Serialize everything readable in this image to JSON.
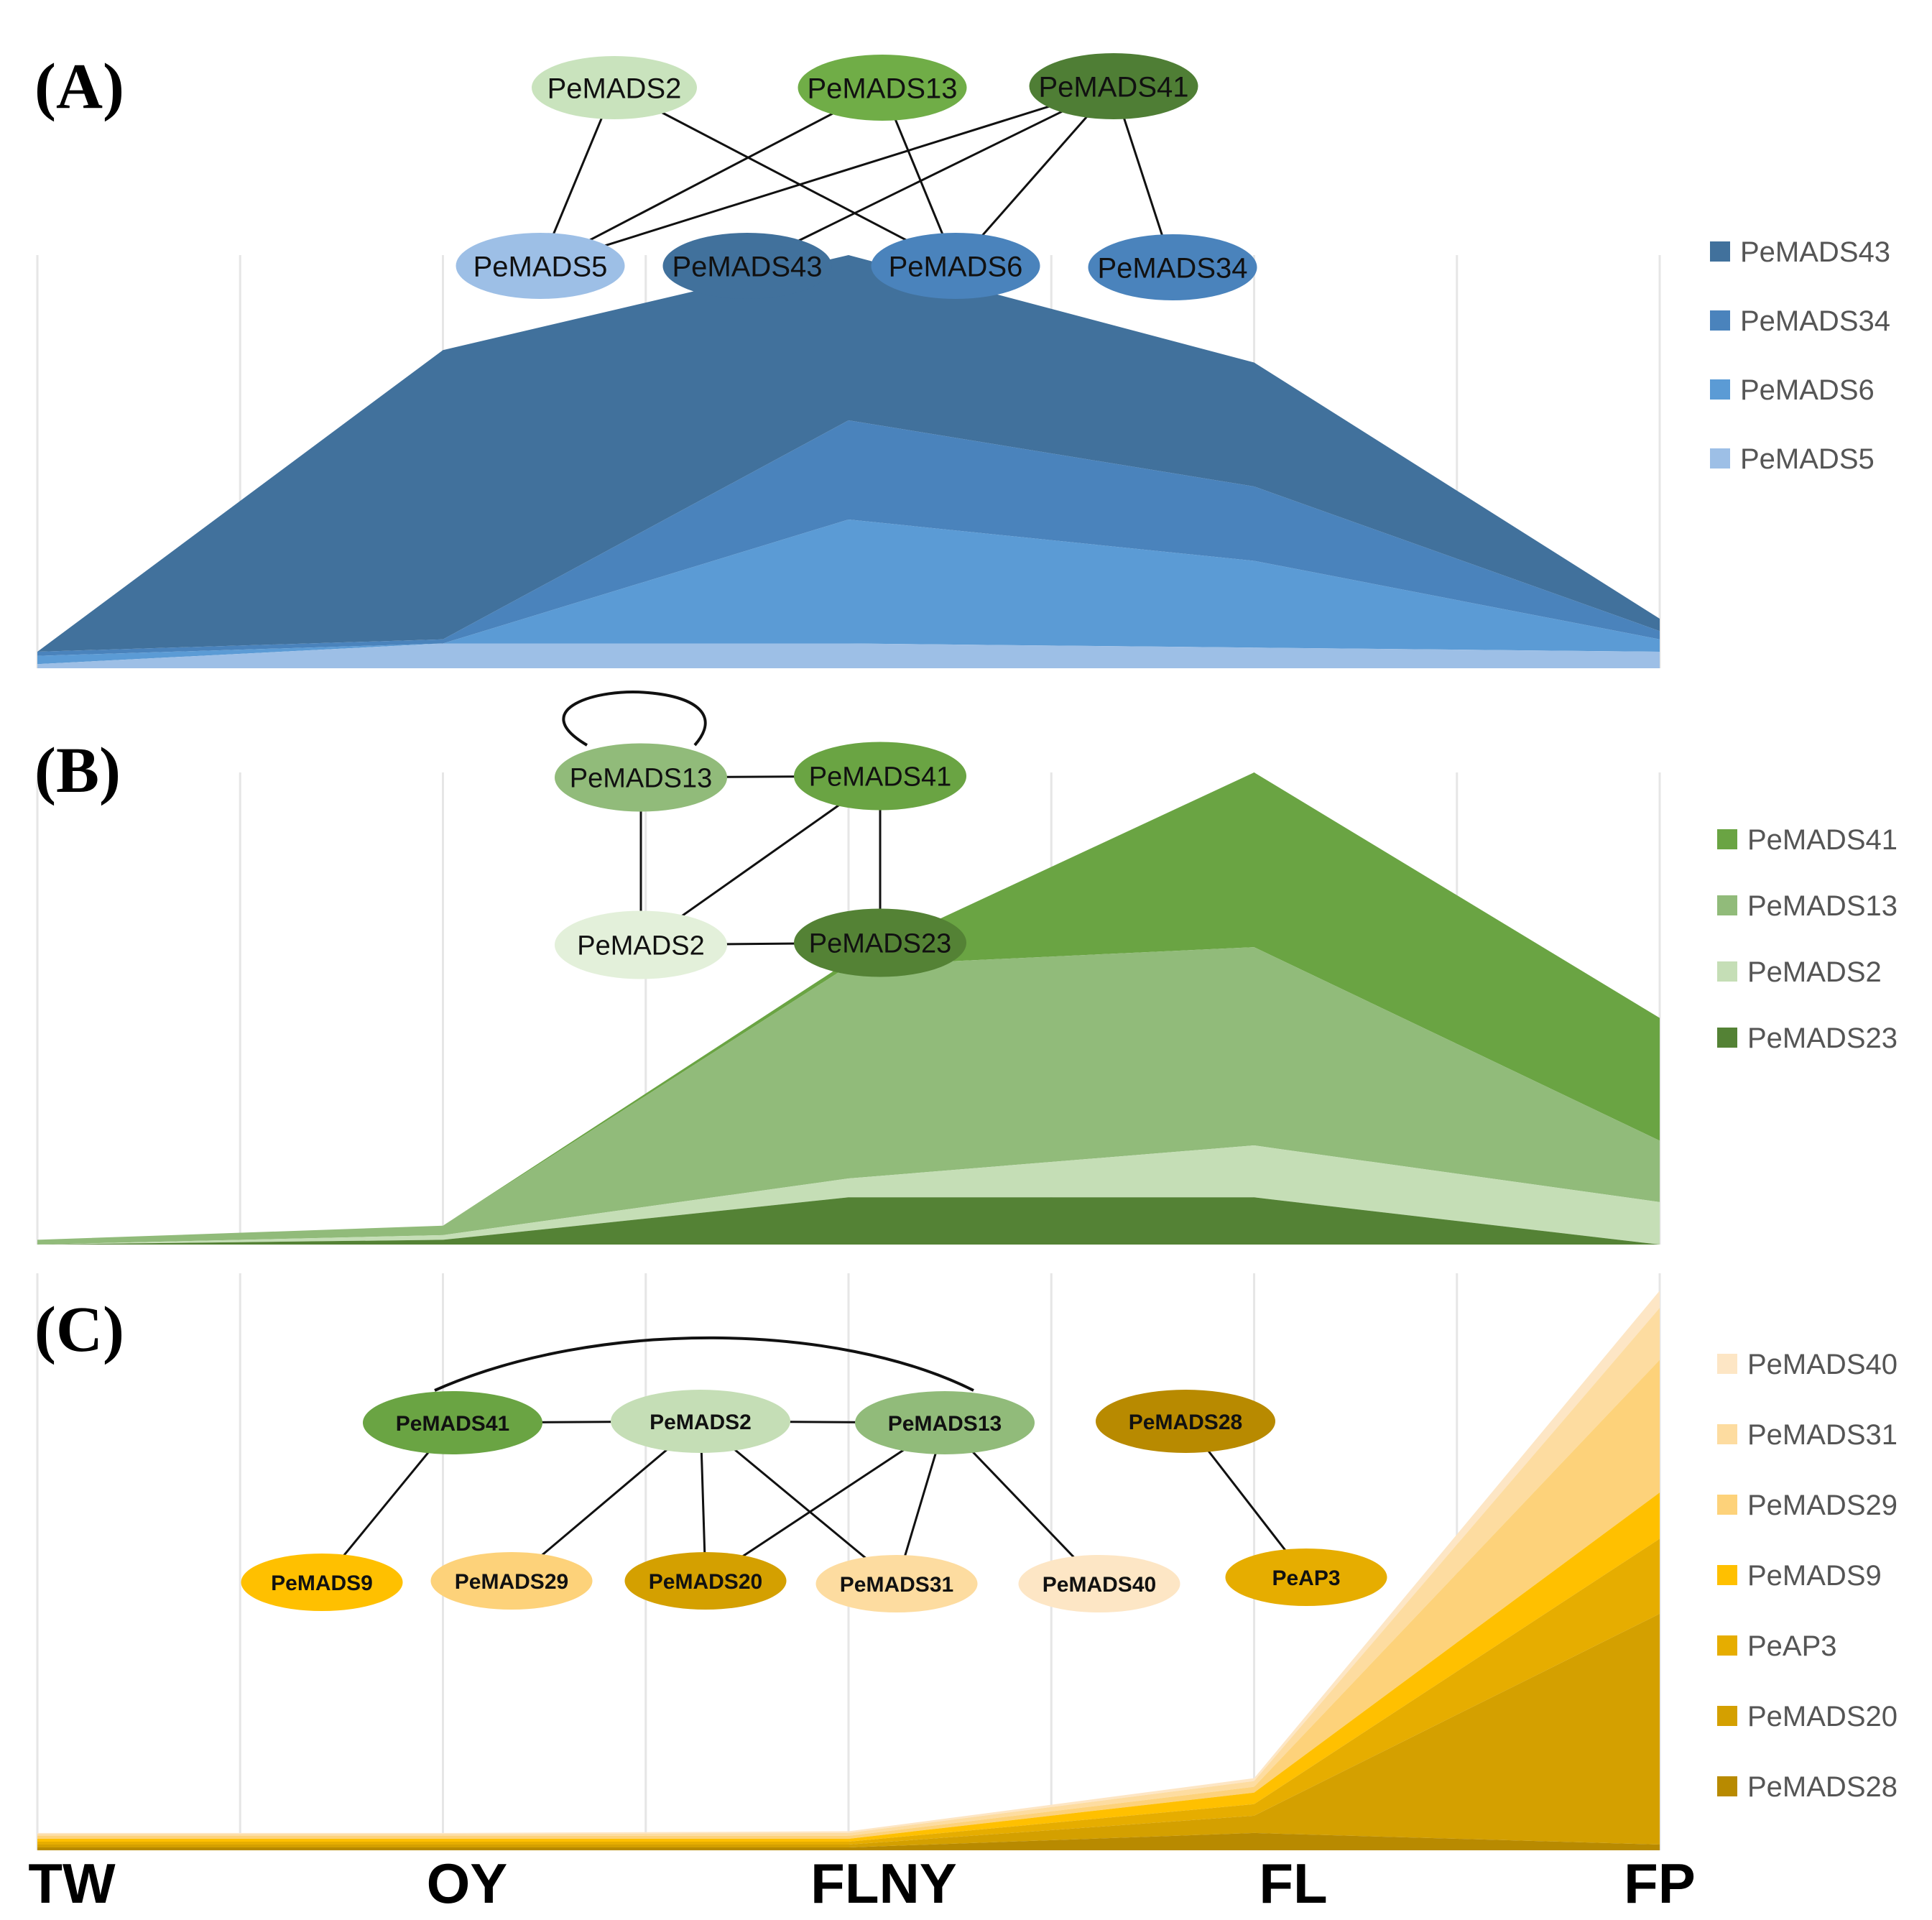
{
  "x_axis": {
    "categories": [
      "TW",
      "OY",
      "FLNY",
      "FL",
      "FP"
    ]
  },
  "chart_data": [
    {
      "type": "area",
      "panel_label": "(A)",
      "stacked": true,
      "categories": [
        "TW",
        "OY",
        "FLNY",
        "FL",
        "FP"
      ],
      "ylim": [
        0,
        100
      ],
      "grid": "vertical",
      "legend_position": "right",
      "series": [
        {
          "name": "PeMADS5",
          "color": "#9dbfe6",
          "values": [
            1,
            6,
            6,
            5,
            4
          ]
        },
        {
          "name": "PeMADS6",
          "color": "#5b9bd5",
          "values": [
            2,
            0,
            30,
            21,
            3
          ]
        },
        {
          "name": "PeMADS34",
          "color": "#4a83bc",
          "values": [
            1,
            1,
            24,
            18,
            2
          ]
        },
        {
          "name": "PeMADS43",
          "color": "#41719c",
          "values": [
            0,
            70,
            40,
            30,
            3
          ]
        }
      ],
      "legend_order": [
        "PeMADS43",
        "PeMADS34",
        "PeMADS6",
        "PeMADS5"
      ],
      "network": {
        "nodes": [
          {
            "id": "PeMADS2",
            "label": "PeMADS2",
            "color": "#c9e3bd"
          },
          {
            "id": "PeMADS13",
            "label": "PeMADS13",
            "color": "#70ad47"
          },
          {
            "id": "PeMADS41",
            "label": "PeMADS41",
            "color": "#4f7e35"
          },
          {
            "id": "PeMADS5",
            "label": "PeMADS5",
            "color": "#9dbfe6"
          },
          {
            "id": "PeMADS43",
            "label": "PeMADS43",
            "color": "#41719c"
          },
          {
            "id": "PeMADS6",
            "label": "PeMADS6",
            "color": "#4a83bc"
          },
          {
            "id": "PeMADS34",
            "label": "PeMADS34",
            "color": "#4a83bc"
          }
        ],
        "edges": [
          [
            "PeMADS2",
            "PeMADS5"
          ],
          [
            "PeMADS2",
            "PeMADS6"
          ],
          [
            "PeMADS13",
            "PeMADS5"
          ],
          [
            "PeMADS13",
            "PeMADS6"
          ],
          [
            "PeMADS41",
            "PeMADS5"
          ],
          [
            "PeMADS41",
            "PeMADS43"
          ],
          [
            "PeMADS41",
            "PeMADS6"
          ],
          [
            "PeMADS41",
            "PeMADS34"
          ]
        ]
      }
    },
    {
      "type": "area",
      "panel_label": "(B)",
      "stacked": true,
      "categories": [
        "TW",
        "OY",
        "FLNY",
        "FL",
        "FP"
      ],
      "ylim": [
        0,
        100
      ],
      "grid": "vertical",
      "legend_position": "right",
      "series": [
        {
          "name": "PeMADS23",
          "color": "#548235",
          "values": [
            0,
            1,
            10,
            10,
            0
          ]
        },
        {
          "name": "PeMADS2",
          "color": "#c5deb6",
          "values": [
            0,
            1,
            4,
            11,
            9
          ]
        },
        {
          "name": "PeMADS13",
          "color": "#91bb7a",
          "values": [
            1,
            2,
            45,
            42,
            13
          ]
        },
        {
          "name": "PeMADS41",
          "color": "#6aa443",
          "values": [
            0,
            0,
            1,
            37,
            26
          ]
        }
      ],
      "legend_order": [
        "PeMADS41",
        "PeMADS13",
        "PeMADS2",
        "PeMADS23"
      ],
      "network": {
        "nodes": [
          {
            "id": "PeMADS13",
            "label": "PeMADS13",
            "color": "#91bb7a"
          },
          {
            "id": "PeMADS41",
            "label": "PeMADS41",
            "color": "#6aa443"
          },
          {
            "id": "PeMADS2",
            "label": "PeMADS2",
            "color": "#e3f0da"
          },
          {
            "id": "PeMADS23",
            "label": "PeMADS23",
            "color": "#548235"
          }
        ],
        "edges": [
          [
            "PeMADS13",
            "PeMADS41"
          ],
          [
            "PeMADS13",
            "PeMADS2"
          ],
          [
            "PeMADS41",
            "PeMADS2"
          ],
          [
            "PeMADS41",
            "PeMADS23"
          ],
          [
            "PeMADS2",
            "PeMADS23"
          ],
          [
            "PeMADS13",
            "PeMADS13"
          ]
        ]
      }
    },
    {
      "type": "area",
      "panel_label": "(C)",
      "stacked": true,
      "categories": [
        "TW",
        "OY",
        "FLNY",
        "FL",
        "FP"
      ],
      "ylim": [
        0,
        100
      ],
      "grid": "vertical",
      "legend_position": "right",
      "series": [
        {
          "name": "PeMADS28",
          "color": "#b88a00",
          "values": [
            0.5,
            0.5,
            0.5,
            3,
            1
          ]
        },
        {
          "name": "PeMADS20",
          "color": "#d4a000",
          "values": [
            0.5,
            0.5,
            0.5,
            3,
            40
          ]
        },
        {
          "name": "PeAP3",
          "color": "#e6ad00",
          "values": [
            0.5,
            0.5,
            0.5,
            2,
            13
          ]
        },
        {
          "name": "PeMADS9",
          "color": "#ffc000",
          "values": [
            0.5,
            0.5,
            0.5,
            2,
            8
          ]
        },
        {
          "name": "PeMADS29",
          "color": "#fdd27a",
          "values": [
            0.5,
            0.5,
            0.5,
            1,
            23
          ]
        },
        {
          "name": "PeMADS31",
          "color": "#fddca0",
          "values": [
            0.3,
            0.3,
            0.5,
            1,
            9
          ]
        },
        {
          "name": "PeMADS40",
          "color": "#fde6c5",
          "values": [
            0.2,
            0.2,
            0.3,
            0.5,
            3
          ]
        }
      ],
      "legend_order": [
        "PeMADS40",
        "PeMADS31",
        "PeMADS29",
        "PeMADS9",
        "PeAP3",
        "PeMADS20",
        "PeMADS28"
      ],
      "network": {
        "nodes": [
          {
            "id": "PeMADS41",
            "label": "PeMADS41",
            "color": "#6aa443"
          },
          {
            "id": "PeMADS2",
            "label": "PeMADS2",
            "color": "#c5deb6"
          },
          {
            "id": "PeMADS13",
            "label": "PeMADS13",
            "color": "#91bb7a"
          },
          {
            "id": "PeMADS28",
            "label": "PeMADS28",
            "color": "#b88a00"
          },
          {
            "id": "PeMADS9",
            "label": "PeMADS9",
            "color": "#ffc000"
          },
          {
            "id": "PeMADS29",
            "label": "PeMADS29",
            "color": "#fdd27a"
          },
          {
            "id": "PeMADS20",
            "label": "PeMADS20",
            "color": "#d4a000"
          },
          {
            "id": "PeMADS31",
            "label": "PeMADS31",
            "color": "#fddca0"
          },
          {
            "id": "PeMADS40",
            "label": "PeMADS40",
            "color": "#fde6c5"
          },
          {
            "id": "PeAP3",
            "label": "PeAP3",
            "color": "#e6ad00"
          }
        ],
        "edges": [
          [
            "PeMADS41",
            "PeMADS2"
          ],
          [
            "PeMADS2",
            "PeMADS13"
          ],
          [
            "PeMADS41",
            "PeMADS13"
          ],
          [
            "PeMADS41",
            "PeMADS9"
          ],
          [
            "PeMADS2",
            "PeMADS29"
          ],
          [
            "PeMADS2",
            "PeMADS20"
          ],
          [
            "PeMADS2",
            "PeMADS31"
          ],
          [
            "PeMADS13",
            "PeMADS20"
          ],
          [
            "PeMADS13",
            "PeMADS31"
          ],
          [
            "PeMADS13",
            "PeMADS40"
          ],
          [
            "PeMADS28",
            "PeAP3"
          ]
        ]
      }
    }
  ]
}
